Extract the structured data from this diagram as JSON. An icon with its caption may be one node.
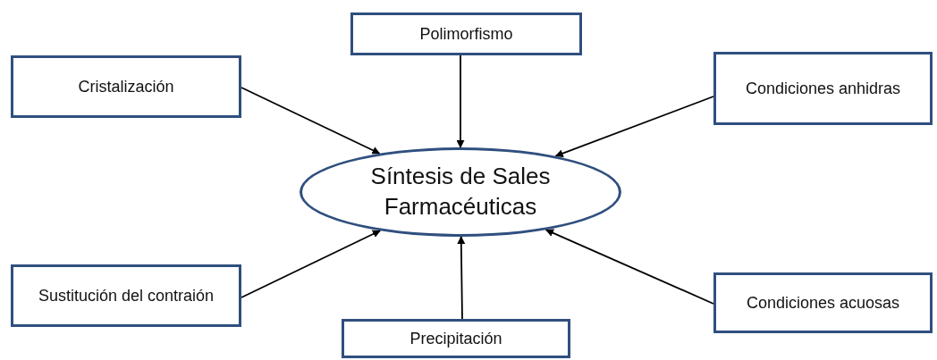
{
  "diagram": {
    "nodes": [
      {
        "text": [
          "Polimorfismo"
        ]
      },
      {
        "text": [
          "Cristalización"
        ]
      },
      {
        "text": [
          "Condiciones anhidras"
        ]
      },
      {
        "text": [
          "Síntesis de Sales Farmacéuticas"
        ]
      },
      {
        "text": [
          "Sustitución del contraión"
        ]
      },
      {
        "text": [
          "Condiciones acuosas"
        ]
      },
      {
        "text": [
          "Precipitación"
        ]
      }
    ],
    "edges": [
      {
        "from": 0,
        "to": 3,
        "arrow": "to"
      },
      {
        "from": 1,
        "to": 3,
        "arrow": "to"
      },
      {
        "from": 2,
        "to": 3,
        "arrow": "to"
      },
      {
        "from": 4,
        "to": 3,
        "arrow": "to"
      },
      {
        "from": 5,
        "to": 3,
        "arrow": "to"
      },
      {
        "from": 6,
        "to": 3,
        "arrow": "to"
      }
    ]
  }
}
